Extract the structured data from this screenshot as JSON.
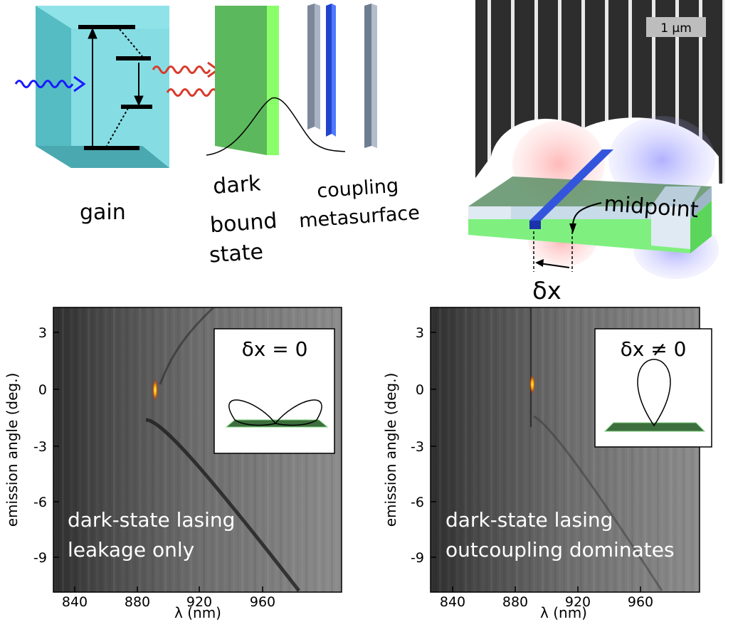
{
  "schematic": {
    "gain_label": "gain",
    "dark_bound_state_label": [
      "dark",
      "bound",
      "state"
    ],
    "coupling_metasurface_label": [
      "coupling",
      "metasurface"
    ]
  },
  "sem": {
    "scale_bar_label": "1 µm",
    "midpoint_label": "midpoint",
    "dx_label": "δx"
  },
  "panels": [
    {
      "id": "left",
      "inset_label": "δx = 0",
      "caption_line1": "dark-state lasing",
      "caption_line2": "leakage only",
      "pattern_shape": "two-lobe"
    },
    {
      "id": "right",
      "inset_label": "δx ≠ 0",
      "caption_line1": "dark-state lasing",
      "caption_line2": "outcoupling dominates",
      "pattern_shape": "single-lobe"
    }
  ],
  "axes": {
    "ylabel": "emission angle (deg.)",
    "xlabel": "λ (nm)",
    "yticks": [
      "3",
      "0",
      "-3",
      "-6",
      "-9"
    ],
    "xticks": [
      "840",
      "880",
      "920",
      "960"
    ]
  },
  "colors": {
    "gain_block": "#7fd8df",
    "dark_state_slab": "#5cb85c",
    "metasurface_bar": "#6e7c90",
    "pump_wave": "#1a1aff",
    "emission_wave": "#d93a2b",
    "waveguide_top": "#3d6e48",
    "waveguide_bottom": "#7ff07f",
    "resonator_bar": "#2244cc",
    "map_background": "#6e6e6e",
    "lasing_spot": "#ffcc00"
  }
}
